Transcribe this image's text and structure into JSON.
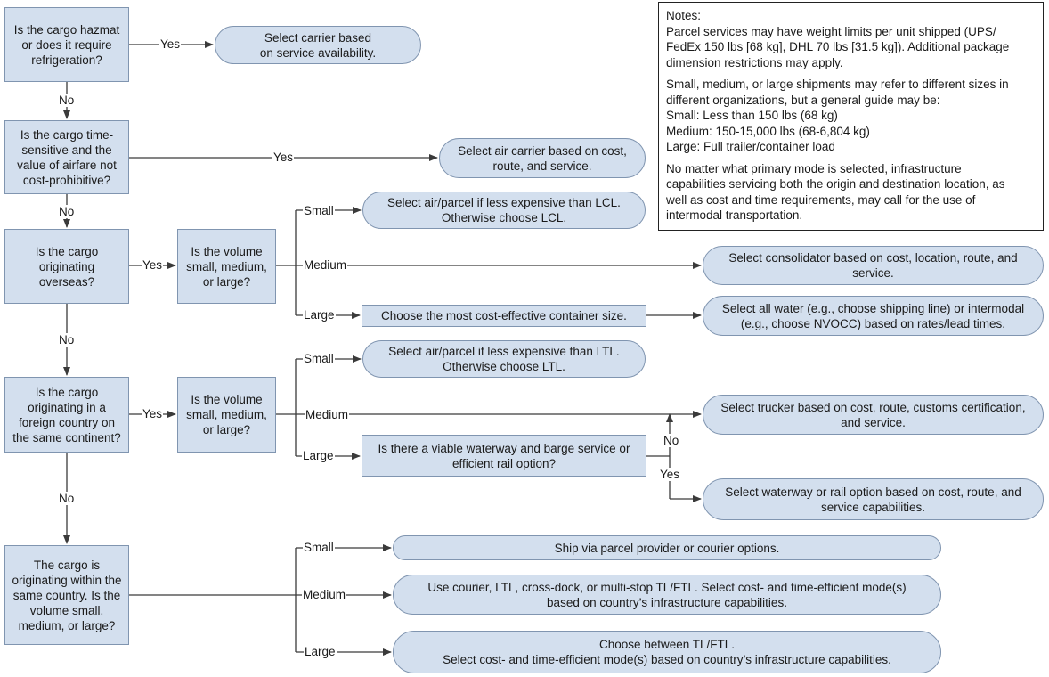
{
  "decisions": {
    "hazmat": "Is the cargo hazmat\nor does it require\nrefrigeration?",
    "time_sensitive": "Is the cargo time-\nsensitive and the\nvalue of airfare not\ncost-prohibitive?",
    "overseas": "Is the cargo\noriginating\noverseas?",
    "volume_overseas": "Is the volume\nsmall, medium,\nor large?",
    "foreign_same_continent": "Is the cargo\noriginating in a\nforeign country on\nthe same continent?",
    "volume_continent": "Is the volume\nsmall, medium,\nor large?",
    "same_country": "The cargo is\noriginating within the\nsame country. Is the\nvolume small,\nmedium, or large?",
    "container_size": "Choose the most cost-effective container size.",
    "waterway": "Is there a viable waterway and barge service or\nefficient rail option?"
  },
  "outcomes": {
    "service_carrier": "Select carrier based\non service availability.",
    "air_carrier": "Select air carrier based on cost,\nroute, and service.",
    "air_lcl": "Select air/parcel if less expensive than LCL.\nOtherwise choose LCL.",
    "consolidator": "Select consolidator based on cost, location, route, and\nservice.",
    "water_intermodal": "Select all water (e.g., choose shipping line) or intermodal\n(e.g., choose NVOCC) based on rates/lead times.",
    "air_ltl": "Select air/parcel if less expensive than LTL.\nOtherwise choose LTL.",
    "trucker": "Select trucker based on cost, route, customs certification,\nand service.",
    "waterway_rail": "Select waterway or rail option based on cost, route, and\nservice capabilities.",
    "parcel": "Ship via parcel provider or courier options.",
    "courier": "Use courier, LTL, cross-dock, or multi-stop TL/FTL. Select cost- and time-efficient mode(s)\nbased on country’s infrastructure capabilities.",
    "tl_ftl": "Choose between TL/FTL.\nSelect cost- and time-efficient mode(s) based on country’s infrastructure capabilities."
  },
  "labels": {
    "yes": "Yes",
    "no": "No",
    "small": "Small",
    "medium": "Medium",
    "large": "Large"
  },
  "notes": {
    "title": "Notes:",
    "p1": "Parcel services may have weight limits per unit shipped (UPS/\nFedEx 150 lbs [68 kg], DHL 70 lbs [31.5 kg]). Additional package\ndimension restrictions may apply.",
    "p2": "Small, medium, or large shipments may refer to different sizes in\ndifferent organizations, but a general guide may be:\nSmall: Less than 150 lbs (68 kg)\nMedium: 150-15,000 lbs (68-6,804 kg)\nLarge: Full trailer/container load",
    "p3": "No matter what primary mode is selected, infrastructure\ncapabilities servicing both the origin and destination location, as\nwell as cost and time requirements, may call for the use of\nintermodal transportation."
  },
  "colors": {
    "node_fill": "#d3dfee",
    "node_border": "#8095b0",
    "connector": "#3a3a3a"
  }
}
